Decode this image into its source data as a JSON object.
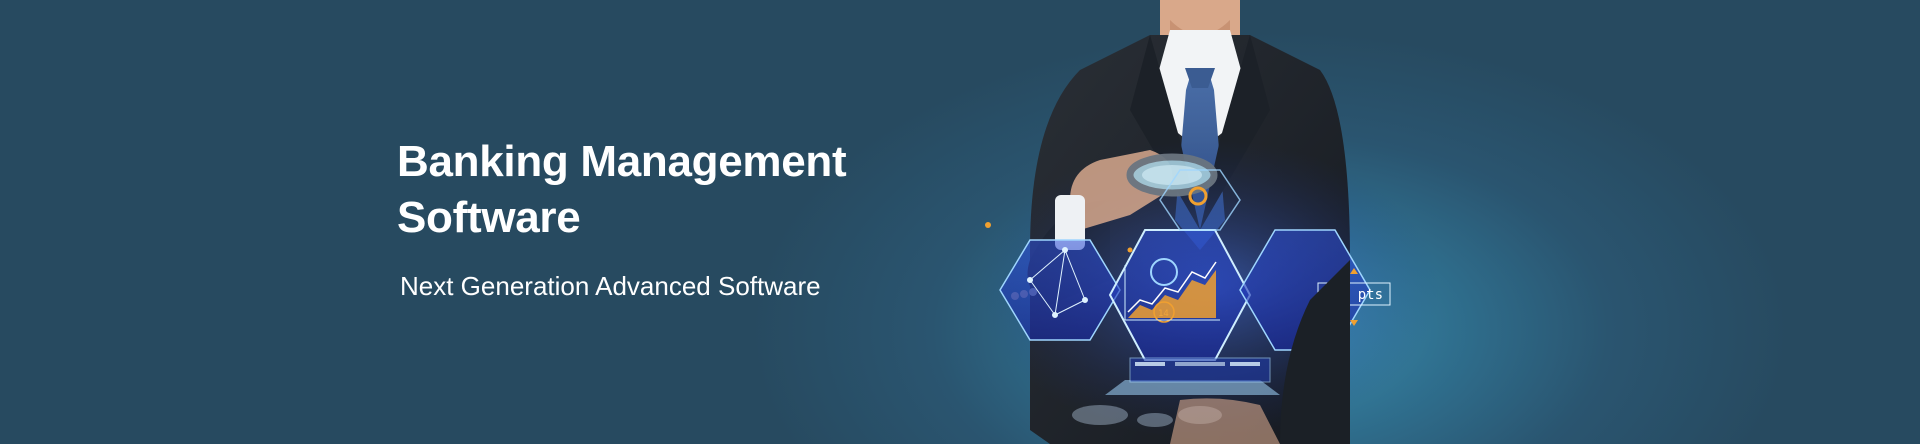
{
  "banner": {
    "headline_line1": "Banking Management",
    "headline_line2": "Software",
    "subheadline": "Next Generation Advanced Software"
  },
  "hero_graphic": {
    "hud_points_label": "180 pts",
    "hud_small_value": "14",
    "icons": [
      "magnifying-glass-icon",
      "gear-icon",
      "line-chart-icon",
      "network-graph-icon",
      "tablet-icon",
      "world-map-icon"
    ]
  },
  "colors": {
    "background": "#274a60",
    "glow": "#3d8fb0",
    "text": "#ffffff",
    "hud_cyan": "#8fd8ff",
    "hud_orange": "#f0a030"
  }
}
